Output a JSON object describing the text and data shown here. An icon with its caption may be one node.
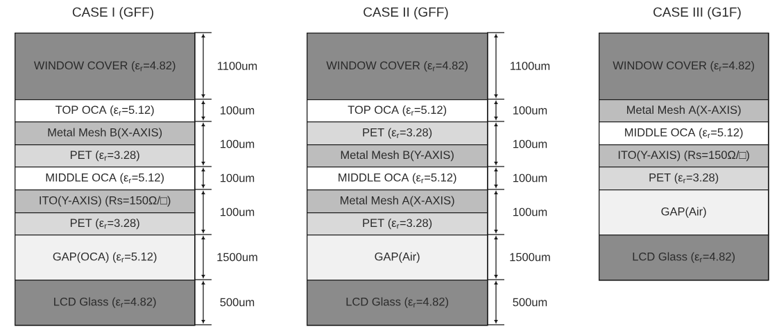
{
  "diagram": {
    "nodes": [
      {
        "text": [
          "CASE I (GFF)"
        ]
      },
      {
        "text": [
          "WINDOW COVER (ε$_{r}$=4.82)"
        ],
        "in": 0
      },
      {
        "text": [
          "TOP OCA (ε$_{r}$=5.12)"
        ],
        "in": 0
      },
      {
        "text": [
          "Metal Mesh B(X-AXIS)"
        ],
        "in": 0
      },
      {
        "text": [
          "PET (ε$_{r}$=3.28)"
        ],
        "in": 0
      },
      {
        "text": [
          "MIDDLE OCA (ε$_{r}$=5.12)"
        ],
        "in": 0
      },
      {
        "text": [
          "ITO(Y-AXIS) (Rs=150Ω/□)"
        ],
        "in": 0
      },
      {
        "text": [
          "PET (ε$_{r}$=3.28)"
        ],
        "in": 0
      },
      {
        "text": [
          "GAP(OCA) (ε$_{r}$=5.12)"
        ],
        "in": 0
      },
      {
        "text": [
          "LCD Glass (ε$_{r}$=4.82)"
        ],
        "in": 0
      },
      {
        "text": [
          "CASE II (GFF)"
        ]
      },
      {
        "text": [
          "WINDOW COVER (ε$_{r}$=4.82)"
        ],
        "in": 10
      },
      {
        "text": [
          "TOP OCA (ε$_{r}$=5.12)"
        ],
        "in": 10
      },
      {
        "text": [
          "PET (ε$_{r}$=3.28)"
        ],
        "in": 10
      },
      {
        "text": [
          "Metal Mesh B(Y-AXIS)"
        ],
        "in": 10
      },
      {
        "text": [
          "MIDDLE OCA (ε$_{r}$=5.12)"
        ],
        "in": 10
      },
      {
        "text": [
          "Metal Mesh A(X-AXIS)"
        ],
        "in": 10
      },
      {
        "text": [
          "PET (ε$_{r}$=3.28)"
        ],
        "in": 10
      },
      {
        "text": [
          "GAP(Air)"
        ],
        "in": 10
      },
      {
        "text": [
          "LCD Glass (ε$_{r}$=4.82)"
        ],
        "in": 10
      },
      {
        "text": [
          "CASE III (G1F)"
        ]
      },
      {
        "text": [
          "WINDOW COVER (ε$_{r}$=4.82)"
        ],
        "in": 20
      },
      {
        "text": [
          "Metal Mesh A(X-AXIS)"
        ],
        "in": 20
      },
      {
        "text": [
          "MIDDLE OCA (ε$_{r}$=5.12)"
        ],
        "in": 20
      },
      {
        "text": [
          "ITO(Y-AXIS) (Rs=150Ω/□)"
        ],
        "in": 20
      },
      {
        "text": [
          "PET (ε$_{r}$=3.28)"
        ],
        "in": 20
      },
      {
        "text": [
          "GAP(Air)"
        ],
        "in": 20
      },
      {
        "text": [
          "LCD Glass (ε$_{r}$=4.82)"
        ],
        "in": 20
      }
    ],
    "labels": [
      "1100um",
      "100um",
      "100um",
      "100um",
      "100um",
      "1500um",
      "500um",
      "1100um",
      "100um",
      "100um",
      "100um",
      "100um",
      "1500um",
      "500um"
    ]
  }
}
